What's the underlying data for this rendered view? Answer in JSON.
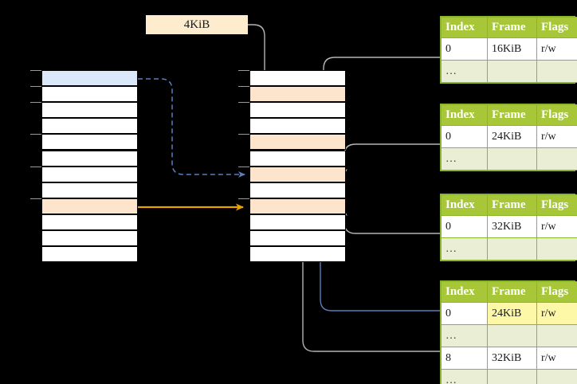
{
  "diagram": {
    "title_label": "4KiB",
    "page_tables": [
      {
        "name": "level-1-table",
        "headers": [
          "Index",
          "Frame",
          "Flags"
        ],
        "rows": [
          {
            "cells": [
              "0",
              "16KiB",
              "r/w"
            ],
            "ellipsis": false,
            "highlight": []
          },
          {
            "cells": [
              "…",
              "",
              ""
            ],
            "ellipsis": true,
            "highlight": []
          }
        ]
      },
      {
        "name": "level-2-table",
        "headers": [
          "Index",
          "Frame",
          "Flags"
        ],
        "rows": [
          {
            "cells": [
              "0",
              "24KiB",
              "r/w"
            ],
            "ellipsis": false,
            "highlight": []
          },
          {
            "cells": [
              "…",
              "",
              ""
            ],
            "ellipsis": true,
            "highlight": []
          }
        ]
      },
      {
        "name": "level-3-table",
        "headers": [
          "Index",
          "Frame",
          "Flags"
        ],
        "rows": [
          {
            "cells": [
              "0",
              "32KiB",
              "r/w"
            ],
            "ellipsis": false,
            "highlight": []
          },
          {
            "cells": [
              "…",
              "",
              ""
            ],
            "ellipsis": true,
            "highlight": []
          }
        ]
      },
      {
        "name": "level-4-table",
        "headers": [
          "Index",
          "Frame",
          "Flags"
        ],
        "rows": [
          {
            "cells": [
              "0",
              "24KiB",
              "r/w"
            ],
            "ellipsis": false,
            "highlight": [
              1,
              2
            ]
          },
          {
            "cells": [
              "…",
              "",
              ""
            ],
            "ellipsis": true,
            "highlight": []
          },
          {
            "cells": [
              "8",
              "32KiB",
              "r/w"
            ],
            "ellipsis": false,
            "highlight": []
          },
          {
            "cells": [
              "…",
              "",
              ""
            ],
            "ellipsis": true,
            "highlight": []
          }
        ]
      }
    ],
    "left_block": {
      "name": "virtual-address-space",
      "row_count": 12,
      "row_styles": [
        "blue",
        "white",
        "white",
        "white",
        "white",
        "white",
        "white",
        "white",
        "peach",
        "white",
        "white",
        "white"
      ],
      "ticks": [
        0,
        1,
        2,
        4,
        6,
        8
      ]
    },
    "middle_block": {
      "name": "physical-memory",
      "row_count": 12,
      "row_styles": [
        "white",
        "peach",
        "white",
        "white",
        "peach",
        "white",
        "peach",
        "white",
        "peach",
        "white",
        "white",
        "white"
      ],
      "ticks": [
        0,
        1,
        2,
        4,
        6,
        8
      ]
    },
    "colors": {
      "header_green": "#a7c739",
      "ellipsis_row": "#e9eed4",
      "highlight_yellow": "#fdf7a8",
      "peach": "#fde4cd",
      "blue_row": "#dbe8f9",
      "blue_arrow": "#5b7fbd",
      "orange_arrow": "#e8a200",
      "gray_wire": "#b5b5b5",
      "label_bg": "#fdeccd",
      "background": "#000000"
    }
  }
}
